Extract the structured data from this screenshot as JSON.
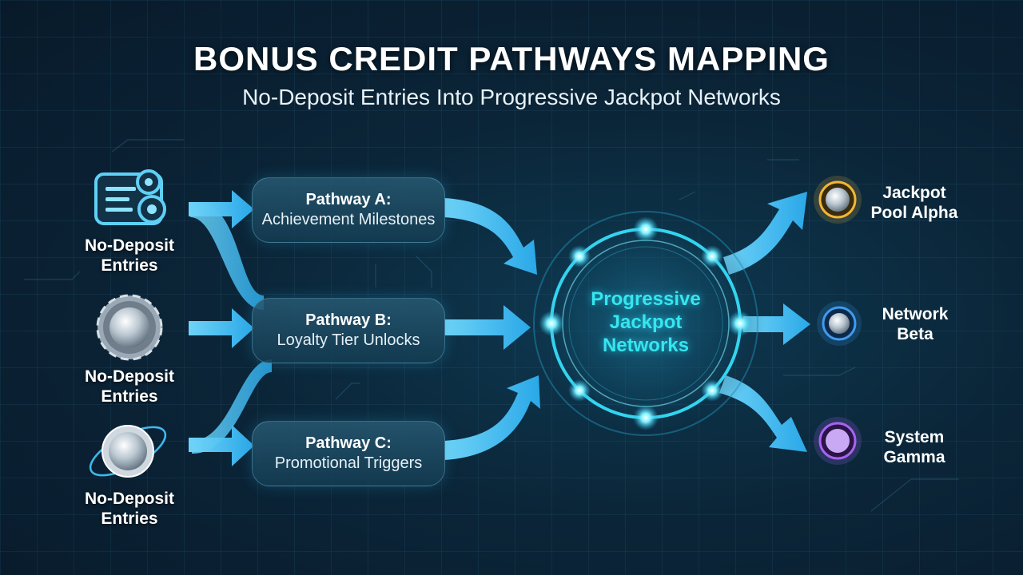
{
  "header": {
    "title": "BONUS CREDIT PATHWAYS MAPPING",
    "subtitle": "No-Deposit Entries Into Progressive Jackpot Networks"
  },
  "sources": [
    {
      "label_line1": "No-Deposit",
      "label_line2": "Entries",
      "icon": "ticket-gear-icon"
    },
    {
      "label_line1": "No-Deposit",
      "label_line2": "Entries",
      "icon": "gear-coin-icon"
    },
    {
      "label_line1": "No-Deposit",
      "label_line2": "Entries",
      "icon": "orbit-coin-icon"
    }
  ],
  "pathways": [
    {
      "title": "Pathway A:",
      "subtitle": "Achievement Milestones"
    },
    {
      "title": "Pathway B:",
      "subtitle": "Loyalty Tier Unlocks"
    },
    {
      "title": "Pathway C:",
      "subtitle": "Promotional Triggers"
    }
  ],
  "hub": {
    "line1": "Progressive",
    "line2": "Jackpot",
    "line3": "Networks"
  },
  "destinations": [
    {
      "line1": "Jackpot",
      "line2": "Pool Alpha",
      "color": "#f2b636"
    },
    {
      "line1": "Network",
      "line2": "Beta",
      "color": "#3f9bf0"
    },
    {
      "line1": "System",
      "line2": "Gamma",
      "color": "#a763f0"
    }
  ],
  "colors": {
    "accent": "#35e6f0",
    "arrow": "#4fc2f2",
    "background": "#0b2538"
  }
}
